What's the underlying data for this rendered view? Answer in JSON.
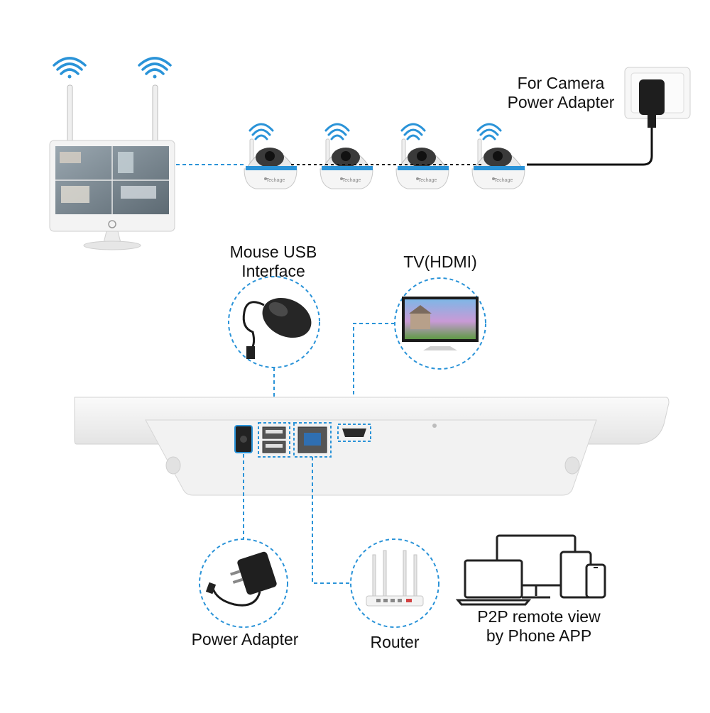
{
  "labels": {
    "camera_power_adapter": "For Camera\nPower Adapter",
    "mouse_usb": "Mouse USB\nInterface",
    "tv_hdmi": "TV(HDMI)",
    "power_adapter": "Power Adapter",
    "router": "Router",
    "p2p": "P2P remote view\nby Phone APP"
  },
  "camera_brand": "Techage",
  "colors": {
    "accent_blue": "#2a93d8",
    "device_white": "#f4f4f4",
    "device_outline": "#c9c9c9",
    "dark": "#222222"
  }
}
